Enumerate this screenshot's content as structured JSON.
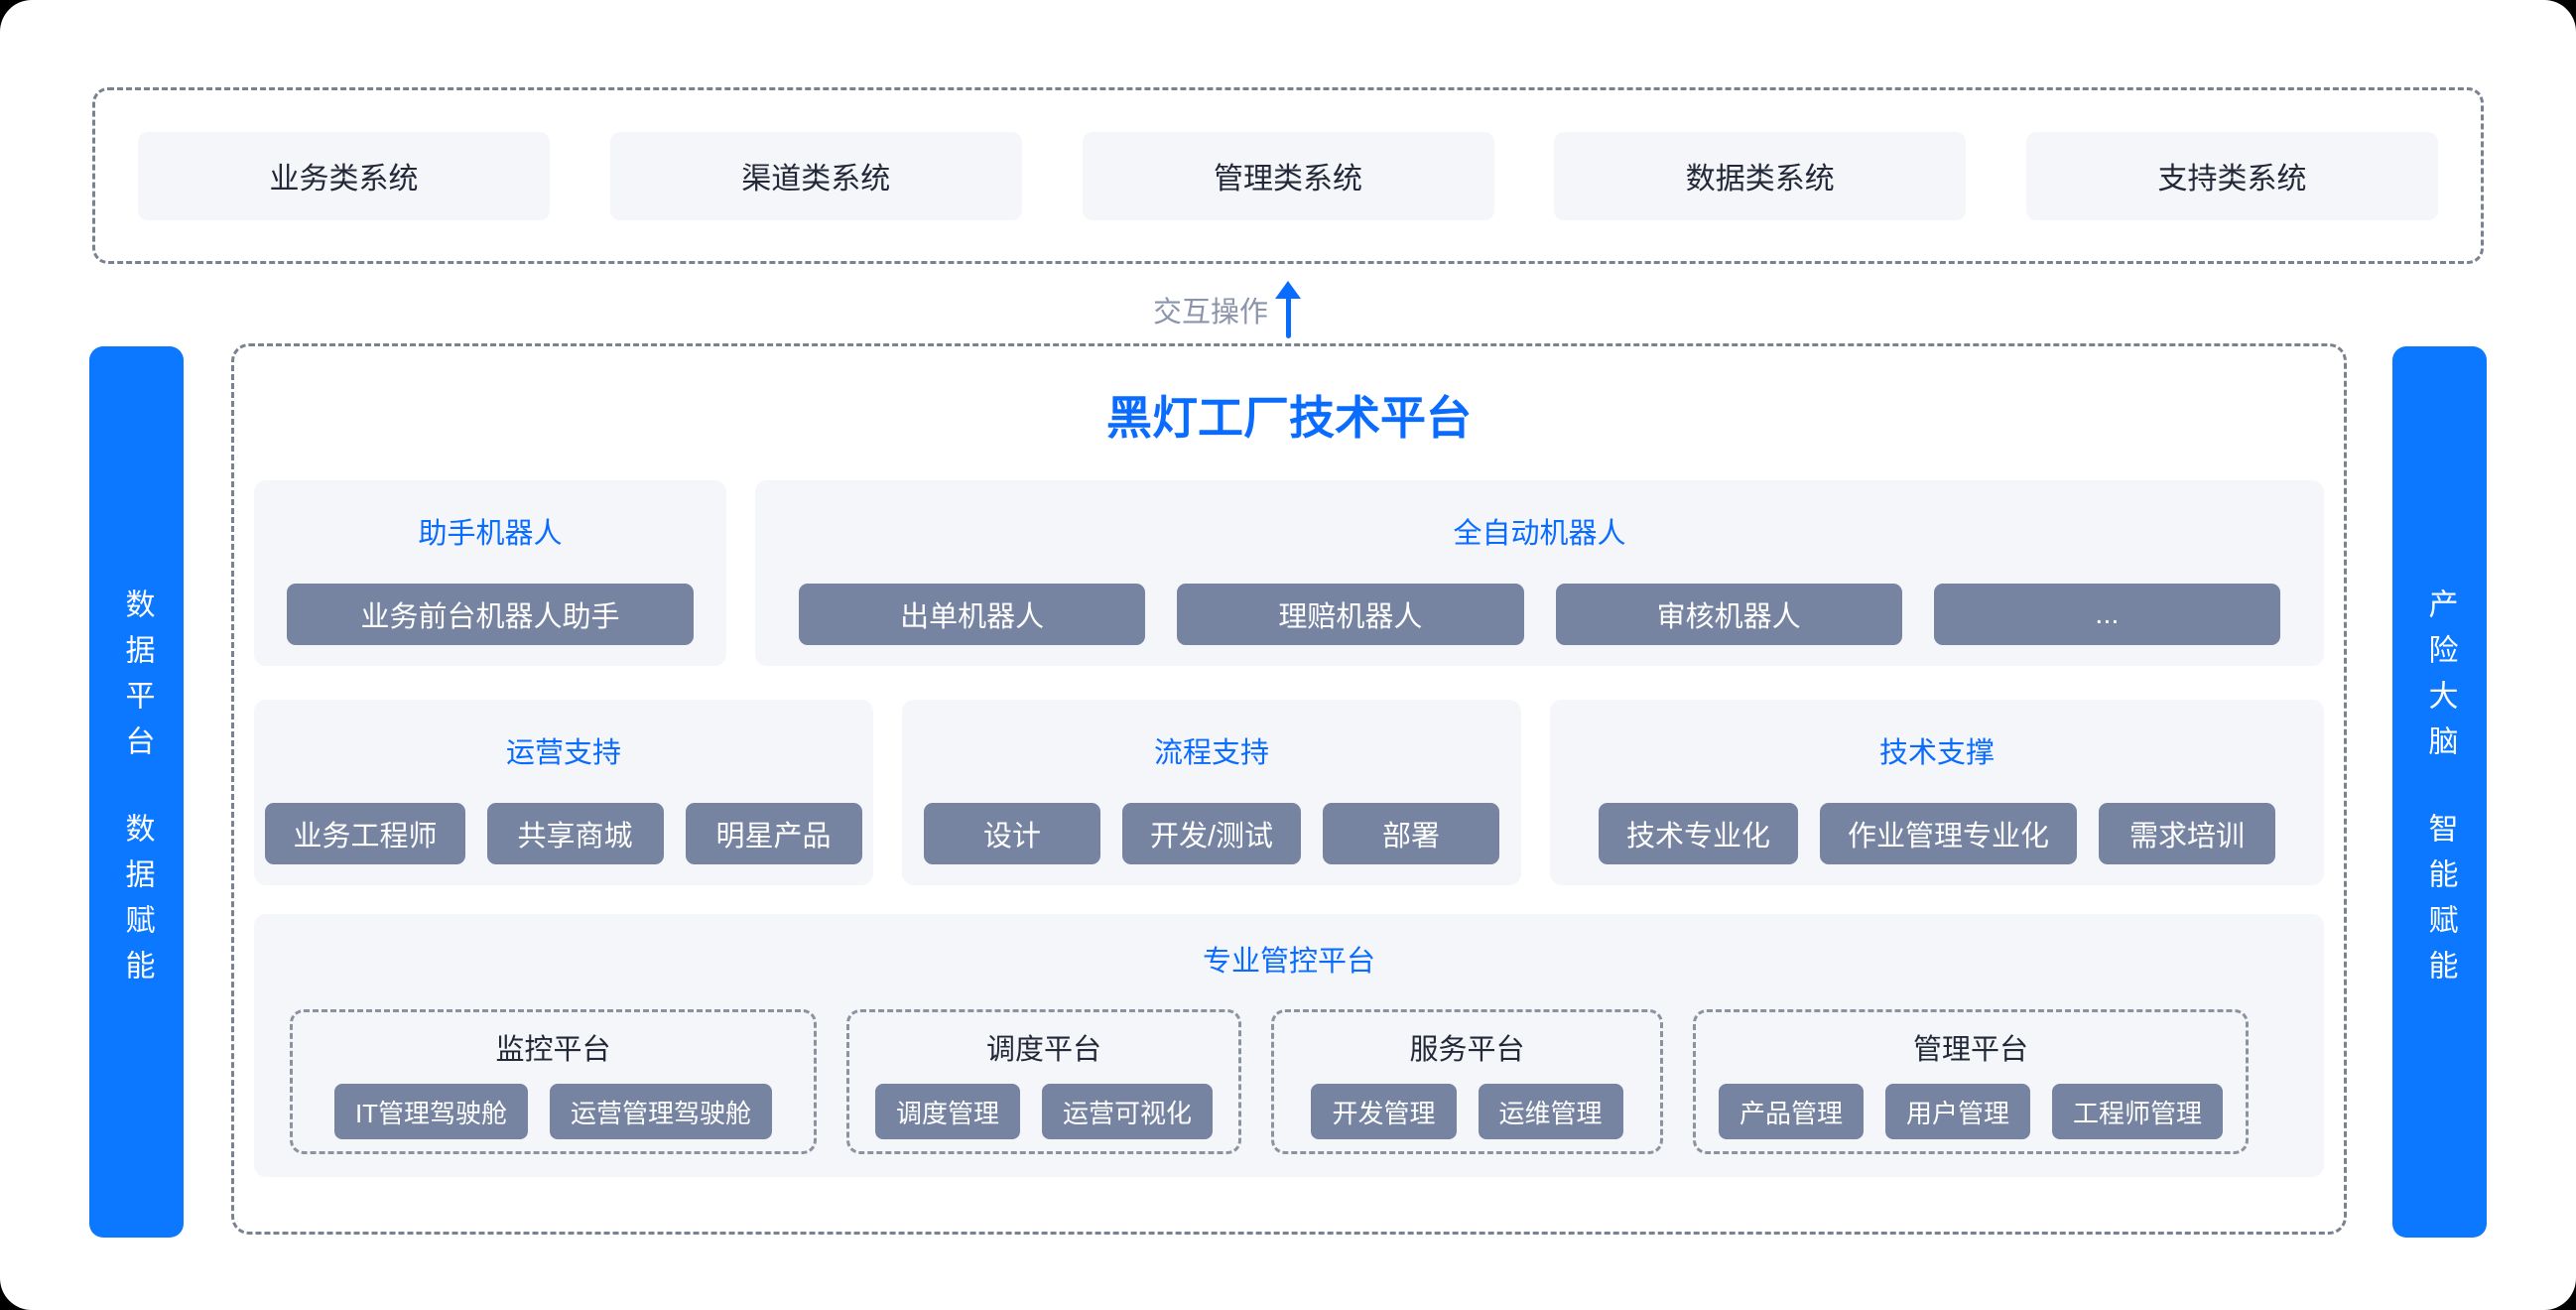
{
  "colors": {
    "accent_blue": "#0a6cff",
    "side_bar_blue": "#0b78ff",
    "pill_slate": "#7684a1",
    "panel_bg": "#f4f6f9",
    "dashed_border": "#79828f",
    "sub_dashed_border": "#8b93a1",
    "dark_text": "#222838",
    "muted_label": "#8a94ab"
  },
  "top_systems": {
    "items": [
      "业务类系统",
      "渠道类系统",
      "管理类系统",
      "数据类系统",
      "支持类系统"
    ]
  },
  "interaction": {
    "label": "交互操作",
    "arrow_icon": "arrow-up-icon"
  },
  "platform": {
    "title": "黑灯工厂技术平台",
    "assistant": {
      "title": "助手机器人",
      "buttons": [
        "业务前台机器人助手"
      ]
    },
    "auto": {
      "title": "全自动机器人",
      "buttons": [
        "出单机器人",
        "理赔机器人",
        "审核机器人",
        "..."
      ]
    },
    "operation": {
      "title": "运营支持",
      "buttons": [
        "业务工程师",
        "共享商城",
        "明星产品"
      ]
    },
    "process": {
      "title": "流程支持",
      "buttons": [
        "设计",
        "开发/测试",
        "部署"
      ]
    },
    "tech": {
      "title": "技术支撑",
      "buttons": [
        "技术专业化",
        "作业管理专业化",
        "需求培训"
      ]
    },
    "control": {
      "title": "专业管控平台",
      "platforms": [
        {
          "title": "监控平台",
          "buttons": [
            "IT管理驾驶舱",
            "运营管理驾驶舱"
          ]
        },
        {
          "title": "调度平台",
          "buttons": [
            "调度管理",
            "运营可视化"
          ]
        },
        {
          "title": "服务平台",
          "buttons": [
            "开发管理",
            "运维管理"
          ]
        },
        {
          "title": "管理平台",
          "buttons": [
            "产品管理",
            "用户管理",
            "工程师管理"
          ]
        }
      ]
    }
  },
  "left_bar": {
    "lines": [
      "数据平台",
      "数据赋能"
    ]
  },
  "right_bar": {
    "lines": [
      "产险大脑",
      "智能赋能"
    ]
  }
}
